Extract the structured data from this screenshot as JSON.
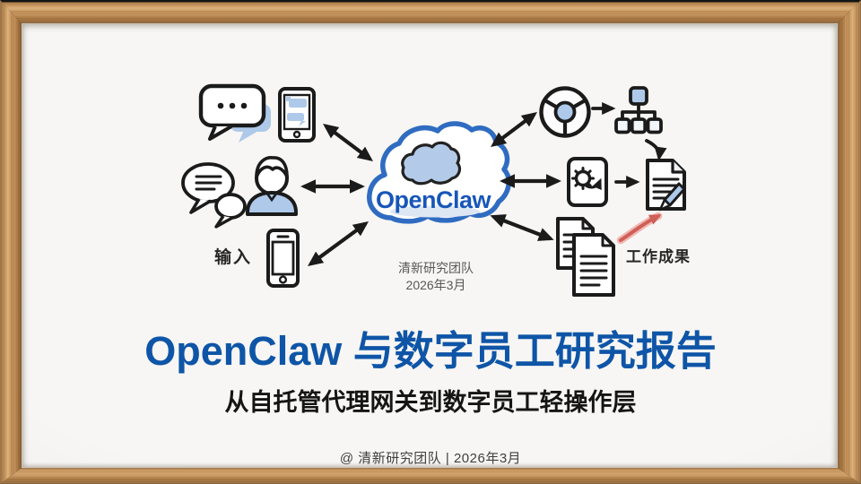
{
  "slide": {
    "title": "OpenClaw 与数字员工研究报告",
    "subtitle": "从自托管代理网关到数字员工轻操作层",
    "footer": "@ 清新研究团队 | 2026年3月"
  },
  "diagram": {
    "cloud_label": "OpenClaw",
    "input_label": "输入",
    "output_label": "工作成果",
    "credit_line1": "清新研究团队",
    "credit_line2": "2026年3月",
    "icons": [
      "chat-bubbles",
      "chat-phone",
      "speech-bubbles",
      "person",
      "smartphone",
      "browser",
      "org-chart",
      "gear-document",
      "document-pencil",
      "documents-stack",
      "growth-arrow"
    ]
  },
  "colors": {
    "title_blue": "#0e55a7",
    "cloud_stroke": "#2f6cc1",
    "openclaw_text_blue": "#1756b8",
    "light_blue_fill": "#aec9e9",
    "ink": "#1b1b1b",
    "red_arrow": "#cf5f58",
    "wood_frame": "#bd8a52",
    "panel_bg": "#f5f4f2"
  }
}
